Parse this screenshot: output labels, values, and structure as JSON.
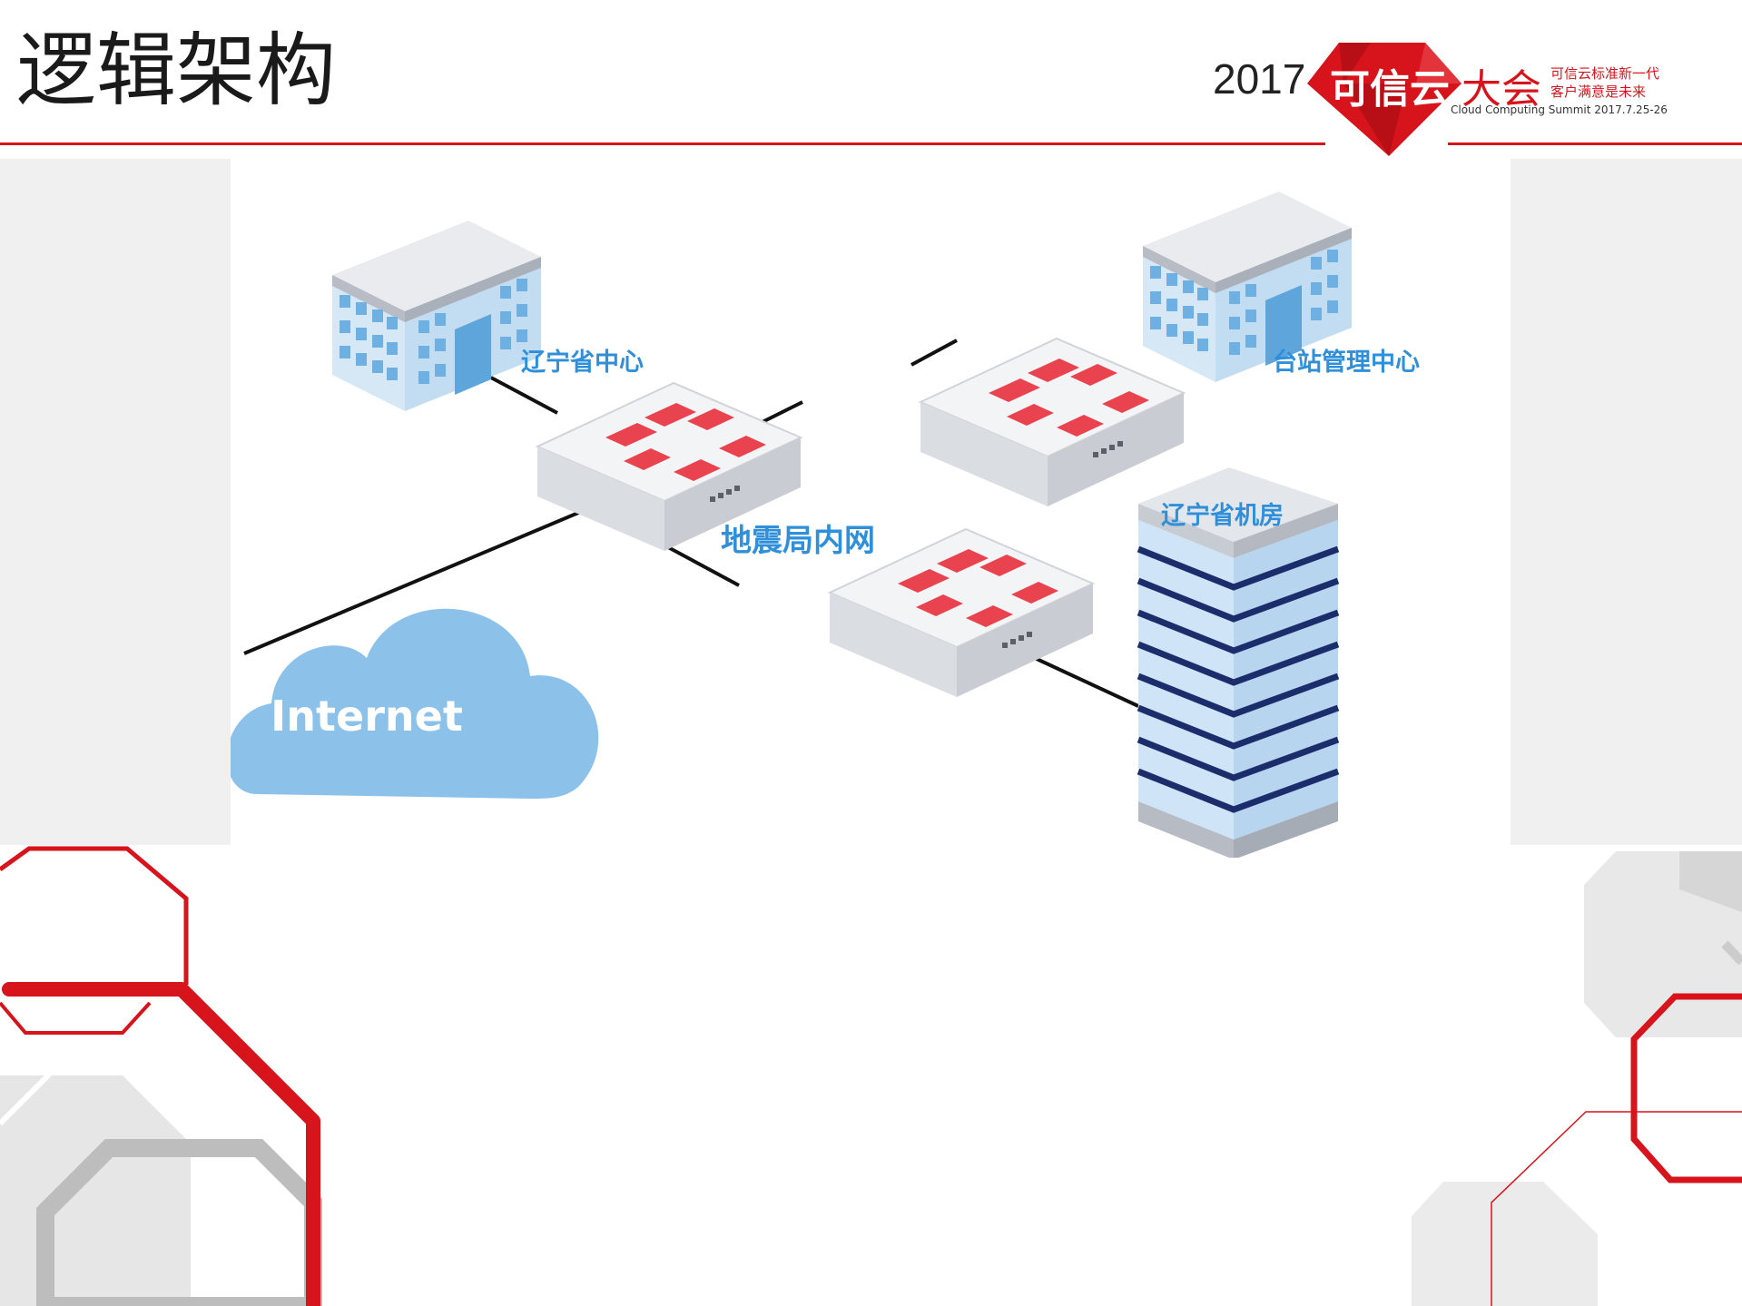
{
  "slide": {
    "title": "逻辑架构"
  },
  "logo": {
    "year": "2017",
    "name_highlight": "可信云",
    "name_rest": "大会",
    "slogan_line1": "可信云标准新一代",
    "slogan_line2": "客户满意是未来",
    "subtitle": "Cloud Computing Summit 2017.7.25-26"
  },
  "diagram": {
    "labels": {
      "liaoning_center": "辽宁省中心",
      "station_center": "台站管理中心",
      "liaoning_datacenter": "辽宁省机房",
      "intranet": "地震局内网",
      "internet": "Internet"
    }
  },
  "colors": {
    "accent_red": "#d7141c",
    "label_blue": "#2f8fd8",
    "cloud_blue": "#8cc1e9",
    "tower_navy": "#1c2d6b"
  },
  "icons": [
    "office-building-icon",
    "firewall-device-icon",
    "internet-cloud-icon",
    "datacenter-tower-icon"
  ]
}
